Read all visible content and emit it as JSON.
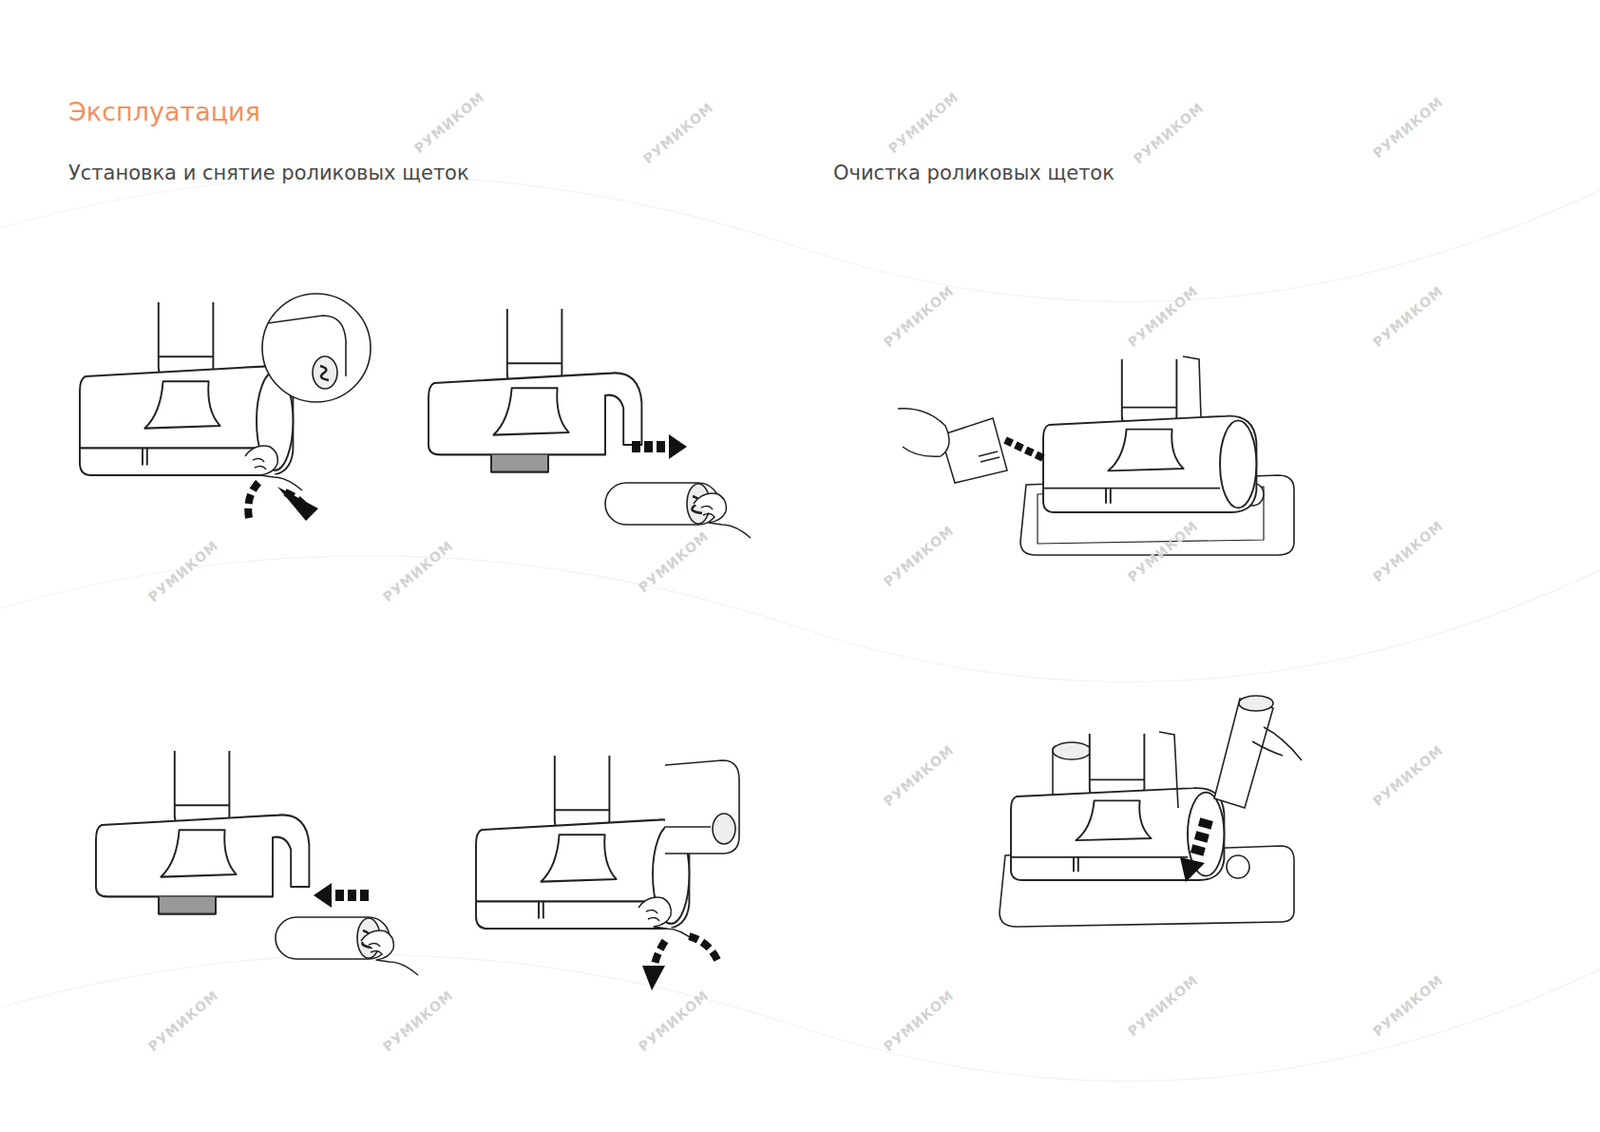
{
  "diagram": {
    "title": "Эксплуатация",
    "labels": [
      "Установка и снятие роликовых щеток",
      "Очистка роликовых щеток",
      "РУМИКОМ",
      "РУМИКОМ",
      "РУМИКОМ",
      "РУМИКОМ",
      "РУМИКОМ",
      "РУМИКОМ",
      "РУМИКОМ",
      "РУМИКОМ",
      "РУМИКОМ",
      "РУМИКОМ",
      "РУМИКОМ",
      "РУМИКОМ",
      "РУМИКОМ",
      "РУМИКОМ",
      "РУМИКОМ",
      "РУМИКОМ",
      "РУМИКОМ",
      "РУМИКОМ",
      "РУМИКОМ",
      "РУМИКОМ",
      "РУМИКОМ",
      "РУМИКОМ"
    ]
  }
}
